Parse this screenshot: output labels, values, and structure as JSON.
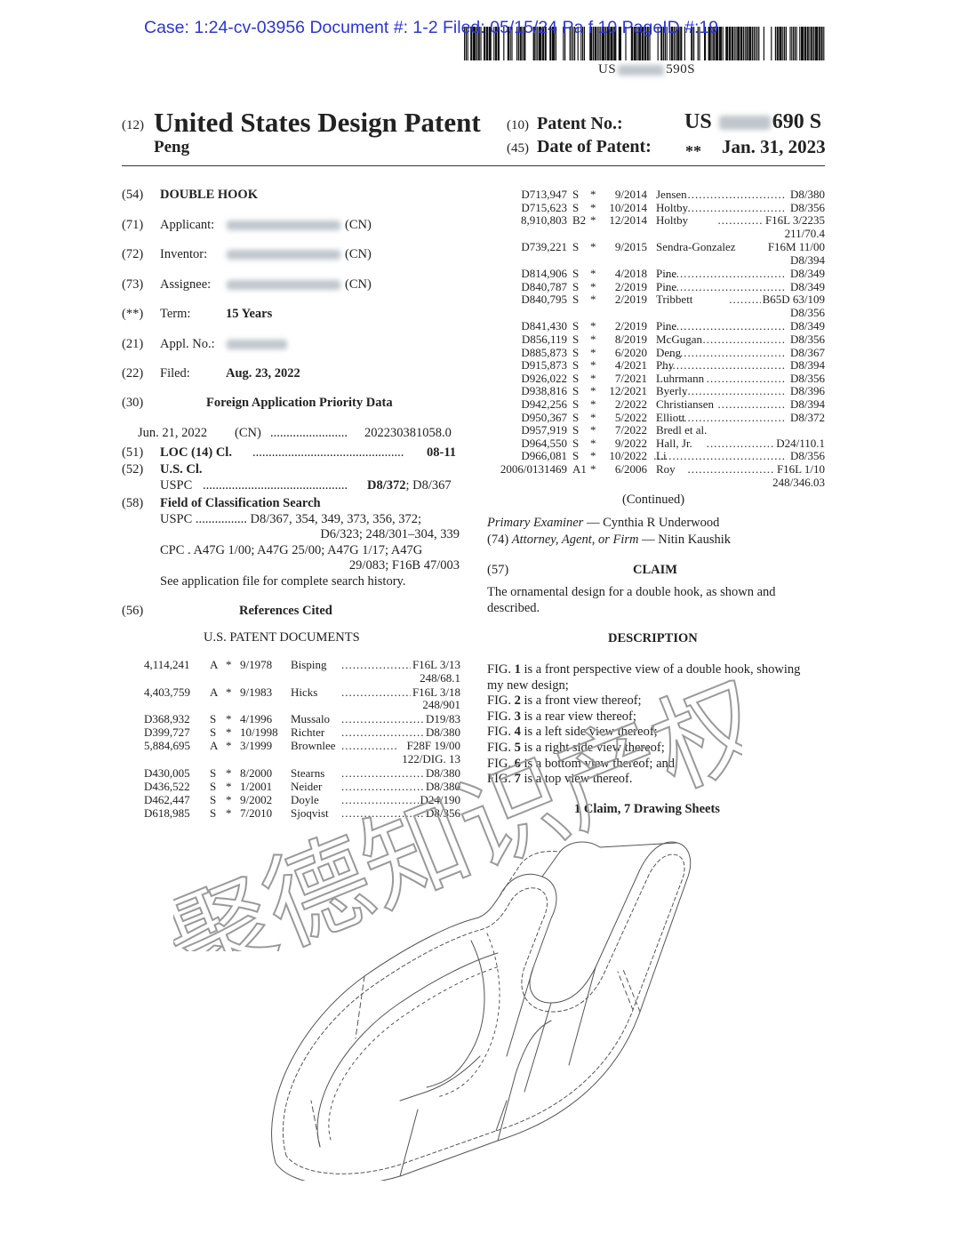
{
  "case_header": "Case: 1:24-cv-03956 Document #: 1-2 Filed: 05/15/24 Pa      f 10 PageID #:19",
  "barcode_number": {
    "prefix": "US",
    "suffix": "590S"
  },
  "header": {
    "code12": "(12)",
    "title": "United States Design Patent",
    "inventor_surname": "Peng",
    "code10": "(10)",
    "patent_no_label": "Patent No.:",
    "patent_no_prefix": "US",
    "patent_no_suffix": "690 S",
    "code45": "(45)",
    "date_label": "Date of Patent:",
    "date_stars": "**",
    "date_value": "Jan. 31, 2023"
  },
  "fields": {
    "f54": {
      "code": "(54)",
      "value": "DOUBLE HOOK"
    },
    "f71": {
      "code": "(71)",
      "label": "Applicant:",
      "country": "(CN)"
    },
    "f72": {
      "code": "(72)",
      "label": "Inventor:",
      "country": "(CN)"
    },
    "f73": {
      "code": "(73)",
      "label": "Assignee:",
      "country": "(CN)"
    },
    "fterm": {
      "code": "(**)",
      "label": "Term:",
      "value": "15 Years"
    },
    "f21": {
      "code": "(21)",
      "label": "Appl. No.:"
    },
    "f22": {
      "code": "(22)",
      "label": "Filed:",
      "value": "Aug. 23, 2022"
    },
    "f30": {
      "code": "(30)",
      "heading": "Foreign Application Priority Data"
    },
    "priority": {
      "date": "Jun. 21, 2022",
      "country": "(CN)",
      "dots": "........................",
      "number": "202230381058.0"
    },
    "f51": {
      "code": "(51)",
      "label": "LOC (14) Cl.",
      "dots": "...............................................",
      "value": "08-11"
    },
    "f52": {
      "code": "(52)",
      "label": "U.S. Cl.",
      "usp_label": "USPC",
      "dots": ".............................................",
      "value_bold": "D8/372",
      "value_rest": "; D8/367"
    },
    "f58": {
      "code": "(58)",
      "heading": "Field of Classification Search",
      "line1": "USPC ................ D8/367, 354, 349, 373, 356, 372;",
      "line2": "D6/323; 248/301–304, 339",
      "line3": "CPC . A47G 1/00; A47G 25/00; A47G 1/17; A47G",
      "line4": "29/083; F16B 47/003",
      "line5": "See application file for complete search history."
    },
    "f56": {
      "code": "(56)",
      "heading": "References Cited",
      "subheading": "U.S. PATENT DOCUMENTS"
    }
  },
  "left_refs": [
    {
      "num": "4,114,241",
      "kind": "A",
      "star": "*",
      "date": "9/1978",
      "name": "Bisping",
      "dots": "......................",
      "cls": "F16L 3/13",
      "cls2": "248/68.1"
    },
    {
      "num": "4,403,759",
      "kind": "A",
      "star": "*",
      "date": "9/1983",
      "name": "Hicks",
      "dots": ".........................",
      "cls": "F16L 3/18",
      "cls2": "248/901"
    },
    {
      "num": "D368,932",
      "kind": "S",
      "star": "*",
      "date": "4/1996",
      "name": "Mussalo",
      "dots": ".........................",
      "cls": "D19/83"
    },
    {
      "num": "D399,727",
      "kind": "S",
      "star": "*",
      "date": "10/1998",
      "name": "Richter",
      "dots": "...........................",
      "cls": "D8/380"
    },
    {
      "num": "5,884,695",
      "kind": "A",
      "star": "*",
      "date": "3/1999",
      "name": "Brownlee",
      "dots": "...............",
      "cls": "F28F 19/00",
      "cls2": "122/DIG. 13"
    },
    {
      "num": "D430,005",
      "kind": "S",
      "star": "*",
      "date": "8/2000",
      "name": "Stearns",
      "dots": "...........................",
      "cls": "D8/380"
    },
    {
      "num": "D436,522",
      "kind": "S",
      "star": "*",
      "date": "1/2001",
      "name": "Neider",
      "dots": "............................",
      "cls": "D8/380"
    },
    {
      "num": "D462,447",
      "kind": "S",
      "star": "*",
      "date": "9/2002",
      "name": "Doyle",
      "dots": "...........................",
      "cls": "D24/190"
    },
    {
      "num": "D618,985",
      "kind": "S",
      "star": "*",
      "date": "7/2010",
      "name": "Sjoqvist",
      "dots": ".........................",
      "cls": "D8/356"
    }
  ],
  "right_refs": [
    {
      "num": "D713,947",
      "kind": "S",
      "star": "*",
      "date": "9/2014",
      "name": "Jensen",
      "dots": "..........................",
      "cls": "D8/380"
    },
    {
      "num": "D715,623",
      "kind": "S",
      "star": "*",
      "date": "10/2014",
      "name": "Holtby",
      "dots": "...........................",
      "cls": "D8/356"
    },
    {
      "num": "8,910,803",
      "kind": "B2",
      "star": "*",
      "date": "12/2014",
      "name": "Holtby",
      "dots": "..................",
      "cls": "F16L 3/2235",
      "cls2": "211/70.4"
    },
    {
      "num": "D739,221",
      "kind": "S",
      "star": "*",
      "date": "9/2015",
      "name": "Sendra-Gonzalez",
      "dots": "..",
      "cls": "F16M 11/00",
      "cls2": "D8/394"
    },
    {
      "num": "D814,906",
      "kind": "S",
      "star": "*",
      "date": "4/2018",
      "name": "Pine",
      "dots": "................................",
      "cls": "D8/349"
    },
    {
      "num": "D840,787",
      "kind": "S",
      "star": "*",
      "date": "2/2019",
      "name": "Pine",
      "dots": "................................",
      "cls": "D8/349"
    },
    {
      "num": "D840,795",
      "kind": "S",
      "star": "*",
      "date": "2/2019",
      "name": "Tribbett",
      "dots": "...............",
      "cls": "B65D 63/109",
      "cls2": "D8/356"
    },
    {
      "num": "D841,430",
      "kind": "S",
      "star": "*",
      "date": "2/2019",
      "name": "Pine",
      "dots": "................................",
      "cls": "D8/349"
    },
    {
      "num": "D856,119",
      "kind": "S",
      "star": "*",
      "date": "8/2019",
      "name": "McGugan",
      "dots": "......................",
      "cls": "D8/356"
    },
    {
      "num": "D885,873",
      "kind": "S",
      "star": "*",
      "date": "6/2020",
      "name": "Deng",
      "dots": "...............................",
      "cls": "D8/367"
    },
    {
      "num": "D915,873",
      "kind": "S",
      "star": "*",
      "date": "4/2021",
      "name": "Phy",
      "dots": ".................................",
      "cls": "D8/394"
    },
    {
      "num": "D926,022",
      "kind": "S",
      "star": "*",
      "date": "7/2021",
      "name": "Luhrmann",
      "dots": ".....................",
      "cls": "D8/356"
    },
    {
      "num": "D938,816",
      "kind": "S",
      "star": "*",
      "date": "12/2021",
      "name": "Byerly",
      "dots": "...........................",
      "cls": "D8/396"
    },
    {
      "num": "D942,256",
      "kind": "S",
      "star": "*",
      "date": "2/2022",
      "name": "Christiansen",
      "dots": "..................",
      "cls": "D8/394"
    },
    {
      "num": "D950,367",
      "kind": "S",
      "star": "*",
      "date": "5/2022",
      "name": "Elliott",
      "dots": "............................",
      "cls": "D8/372"
    },
    {
      "num": "D957,919",
      "kind": "S",
      "star": "*",
      "date": "7/2022",
      "name": "Bredl et al.",
      "dots": "",
      "cls": ""
    },
    {
      "num": "D964,550",
      "kind": "S",
      "star": "*",
      "date": "9/2022",
      "name": "Hall, Jr.",
      "dots": ".....................",
      "cls": "D24/110.1"
    },
    {
      "num": "D966,081",
      "kind": "S",
      "star": "*",
      "date": "10/2022",
      "name": "Li",
      "dots": "...................................",
      "cls": "D8/356"
    },
    {
      "num": "2006/0131469",
      "kind": "A1",
      "star": "*",
      "date": "6/2006",
      "name": "Roy",
      "dots": "..........................",
      "cls": "F16L 1/10",
      "cls2": "248/346.03"
    }
  ],
  "right_col": {
    "continued": "(Continued)",
    "examiner_label": "Primary Examiner",
    "examiner_name": "— Cynthia R Underwood",
    "attorney_code": "(74)",
    "attorney_label": "Attorney, Agent, or Firm",
    "attorney_name": "— Nitin Kaushik",
    "claim_code": "(57)",
    "claim_heading": "CLAIM",
    "claim_line1": "The ornamental design for a double hook, as shown and",
    "claim_line2": "described.",
    "desc_heading": "DESCRIPTION",
    "desc": [
      {
        "pre": "FIG. ",
        "num": "1",
        "text": " is a front perspective view of a double hook, showing"
      },
      {
        "pre": "",
        "num": "",
        "text": "my new design;"
      },
      {
        "pre": "FIG. ",
        "num": "2",
        "text": " is a front view thereof;"
      },
      {
        "pre": "FIG. ",
        "num": "3",
        "text": " is a rear view thereof;"
      },
      {
        "pre": "FIG. ",
        "num": "4",
        "text": " is a left side view thereof;"
      },
      {
        "pre": "FIG. ",
        "num": "5",
        "text": " is a right side view thereof;"
      },
      {
        "pre": "FIG. ",
        "num": "6",
        "text": " is a bottom view thereof; and,"
      },
      {
        "pre": "FIG. ",
        "num": "7",
        "text": " is a top view thereof."
      }
    ],
    "claims_sheets": "1 Claim, 7 Drawing Sheets"
  },
  "watermark_text": "聚德知识产权",
  "colors": {
    "case_header": "#2b35d8",
    "text": "#222222",
    "watermark": "#9a9a9a",
    "line_art": "#555555"
  }
}
